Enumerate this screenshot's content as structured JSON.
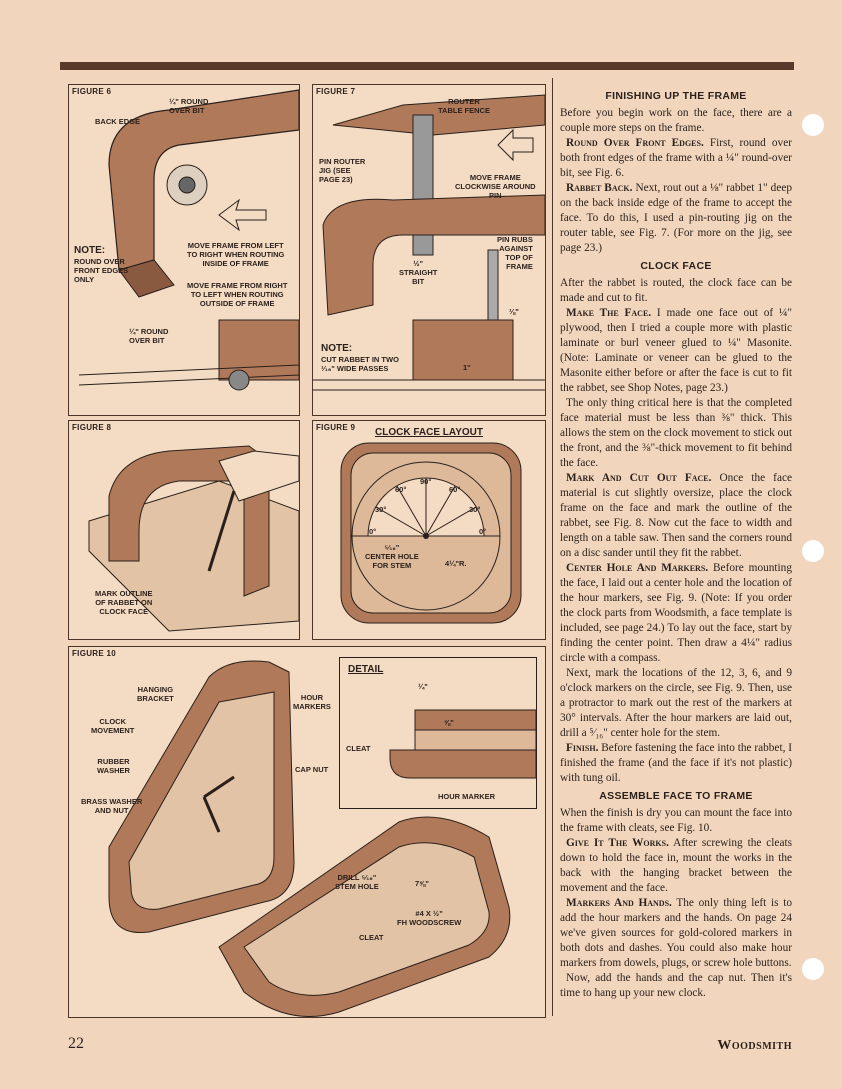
{
  "figures": {
    "fig6": {
      "label": "FIGURE 6",
      "callouts": {
        "round_over_bit_top": "¼\" ROUND\nOVER BIT",
        "back_edge": "BACK EDGE",
        "move_left": "MOVE FRAME FROM LEFT\nTO RIGHT WHEN ROUTING\nINSIDE OF FRAME",
        "move_right": "MOVE FRAME FROM RIGHT\nTO LEFT WHEN ROUTING\nOUTSIDE OF FRAME",
        "round_over_bit_bottom": "¼\" ROUND\nOVER BIT"
      },
      "note_title": "NOTE:",
      "note_text": "ROUND OVER\nFRONT EDGES\nONLY"
    },
    "fig7": {
      "label": "FIGURE 7",
      "callouts": {
        "router_fence": "ROUTER\nTABLE FENCE",
        "pin_jig": "PIN ROUTER\nJIG (SEE\nPAGE 23)",
        "move_clockwise": "MOVE FRAME\nCLOCKWISE AROUND\nPIN",
        "pin_rubs": "PIN RUBS\nAGAINST\nTOP OF\nFRAME",
        "straight_bit": "½\"\nSTRAIGHT\nBIT",
        "dim_1_8": "⅛\"",
        "dim_1": "1\""
      },
      "note_title": "NOTE:",
      "note_text": "CUT RABBET IN TWO\n¹⁄₁₆\" WIDE PASSES"
    },
    "fig8": {
      "label": "FIGURE 8",
      "callouts": {
        "mark_outline": "MARK OUTLINE\nOF RABBET ON\nCLOCK FACE"
      }
    },
    "fig9": {
      "label": "FIGURE 9",
      "title": "CLOCK FACE LAYOUT",
      "callouts": {
        "deg90": "90°",
        "deg60a": "60°",
        "deg60b": "60°",
        "deg30a": "30°",
        "deg30b": "30°",
        "deg0a": "0°",
        "deg0b": "0°",
        "center_hole": "⁵⁄₁₆\"\nCENTER HOLE\nFOR STEM",
        "radius": "4¼\"R."
      }
    },
    "fig10": {
      "label": "FIGURE 10",
      "callouts": {
        "hanging_bracket": "HANGING\nBRACKET",
        "clock_movement": "CLOCK\nMOVEMENT",
        "rubber_washer": "RUBBER\nWASHER",
        "brass_washer": "BRASS WASHER\nAND NUT",
        "hour_markers": "HOUR\nMARKERS",
        "cap_nut": "CAP NUT",
        "drill_stem": "DRILL ⁵⁄₁₆\"\nSTEM HOLE",
        "dim_7_5_8": "7⅝\"",
        "screw": "#4 x ½\"\nFh WOODSCREW",
        "cleat": "CLEAT"
      },
      "detail": {
        "title": "DETAIL",
        "dim_1_4": "¼\"",
        "dim_5_8": "⅝\"",
        "cleat": "CLEAT",
        "hour_marker": "HOUR MARKER"
      }
    }
  },
  "article": {
    "h1": "FINISHING UP THE FRAME",
    "p1": "Before you begin work on the face, there are a couple more steps on the frame.",
    "p2_run": "Round Over Front Edges.",
    "p2": " First, round over both front edges of the frame with a ¼\" round-over bit, see Fig. 6.",
    "p3_run": "Rabbet Back.",
    "p3": " Next, rout out a ⅛\" rabbet 1\" deep on the back inside edge of the frame to accept the face. To do this, I used a pin-routing jig on the router table, see Fig. 7. (For more on the jig, see page 23.)",
    "h2": "CLOCK FACE",
    "p4": "After the rabbet is routed, the clock face can be made and cut to fit.",
    "p5_run": "Make The Face.",
    "p5": " I made one face out of ¼\" plywood, then I tried a couple more with plastic laminate or burl veneer glued to ¼\" Masonite. (Note: Laminate or veneer can be glued to the Masonite either before or after the face is cut to fit the rabbet, see Shop Notes, page 23.)",
    "p6": "The only thing critical here is that the completed face material must be less than ⅜\" thick. This allows the stem on the clock movement to stick out the front, and the ⅜\"-thick movement to fit behind the face.",
    "p7_run": "Mark And Cut Out Face.",
    "p7": " Once the face material is cut slightly oversize, place the clock frame on the face and mark the outline of the rabbet, see Fig. 8. Now cut the face to width and length on a table saw. Then sand the corners round on a disc sander until they fit the rabbet.",
    "p8_run": "Center Hole And Markers.",
    "p8": " Before mounting the face, I laid out a center hole and the location of the hour markers, see Fig. 9. (Note: If you order the clock parts from Woodsmith, a face template is included, see page 24.) To lay out the face, start by finding the center point. Then draw a 4¼\" radius circle with a compass.",
    "p9": "Next, mark the locations of the 12, 3, 6, and 9 o'clock markers on the circle, see Fig. 9. Then, use a protractor to mark out the rest of the markers at 30° intervals. After the hour markers are laid out, drill a ⁵⁄₁₆\" center hole for the stem.",
    "p10_run": "Finish.",
    "p10": " Before fastening the face into the rabbet, I finished the frame (and the face if it's not plastic) with tung oil.",
    "h3": "ASSEMBLE FACE TO FRAME",
    "p11": "When the finish is dry you can mount the face into the frame with cleats, see Fig. 10.",
    "p12_run": "Give It The Works.",
    "p12": " After screwing the cleats down to hold the face in, mount the works in the back with the hanging bracket between the movement and the face.",
    "p13_run": "Markers And Hands.",
    "p13": " The only thing left is to add the hour markers and the hands. On page 24 we've given sources for gold-colored markers in both dots and dashes. You could also make hour markers from dowels, plugs, or screw hole buttons.",
    "p14": "Now, add the hands and the cap nut. Then it's time to hang up your new clock."
  },
  "footer": {
    "page": "22",
    "brand": "Woodsmith"
  }
}
